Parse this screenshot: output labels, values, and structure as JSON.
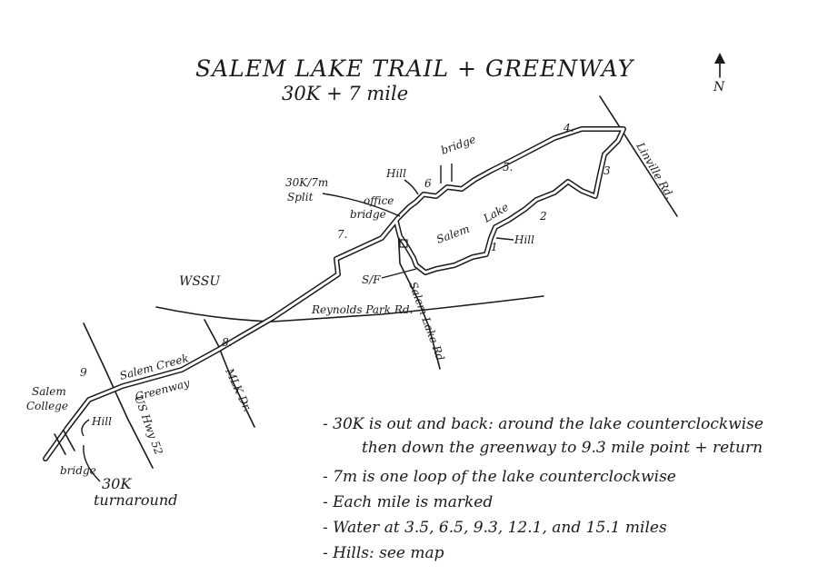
{
  "title": "SALEM LAKE TRAIL + GREENWAY",
  "subtitle": "30K + 7 mile",
  "north": {
    "arrow_icon": "north-arrow-icon",
    "label": "N"
  },
  "roads": {
    "linville": "Linville Rd.",
    "reynolds": "Reynolds Park Rd.",
    "salem_lake": "Salem Lake Rd.",
    "mlk": "MLK Dr.",
    "us52": "US Hwy 52"
  },
  "places": {
    "wssu": "WSSU",
    "salem_college_1": "Salem",
    "salem_college_2": "College",
    "greenway_1": "Salem Creek",
    "greenway_2": "Greenway",
    "lake_1": "Salem",
    "lake_2": "Lake"
  },
  "features": {
    "split_1": "30K/7m",
    "split_2": "Split",
    "office": "office",
    "bridge_office": "bridge",
    "bridge_north": "bridge",
    "bridge_south": "bridge",
    "hill_north": "Hill",
    "hill_east": "Hill",
    "hill_south": "Hill",
    "start_finish": "S/F",
    "turnaround_1": "30K",
    "turnaround_2": "turnaround"
  },
  "mile_markers": [
    "1",
    "2",
    "3",
    "4.",
    "5.",
    "6",
    "7.",
    "8.",
    "9"
  ],
  "notes": [
    "- 30K is out and back: around the lake counterclockwise",
    "then down the greenway to 9.3 mile point + return",
    "- 7m is one loop of the lake counterclockwise",
    "- Each mile is marked",
    "- Water at 3.5, 6.5, 9.3, 12.1, and 15.1 miles",
    "- Hills: see map"
  ]
}
